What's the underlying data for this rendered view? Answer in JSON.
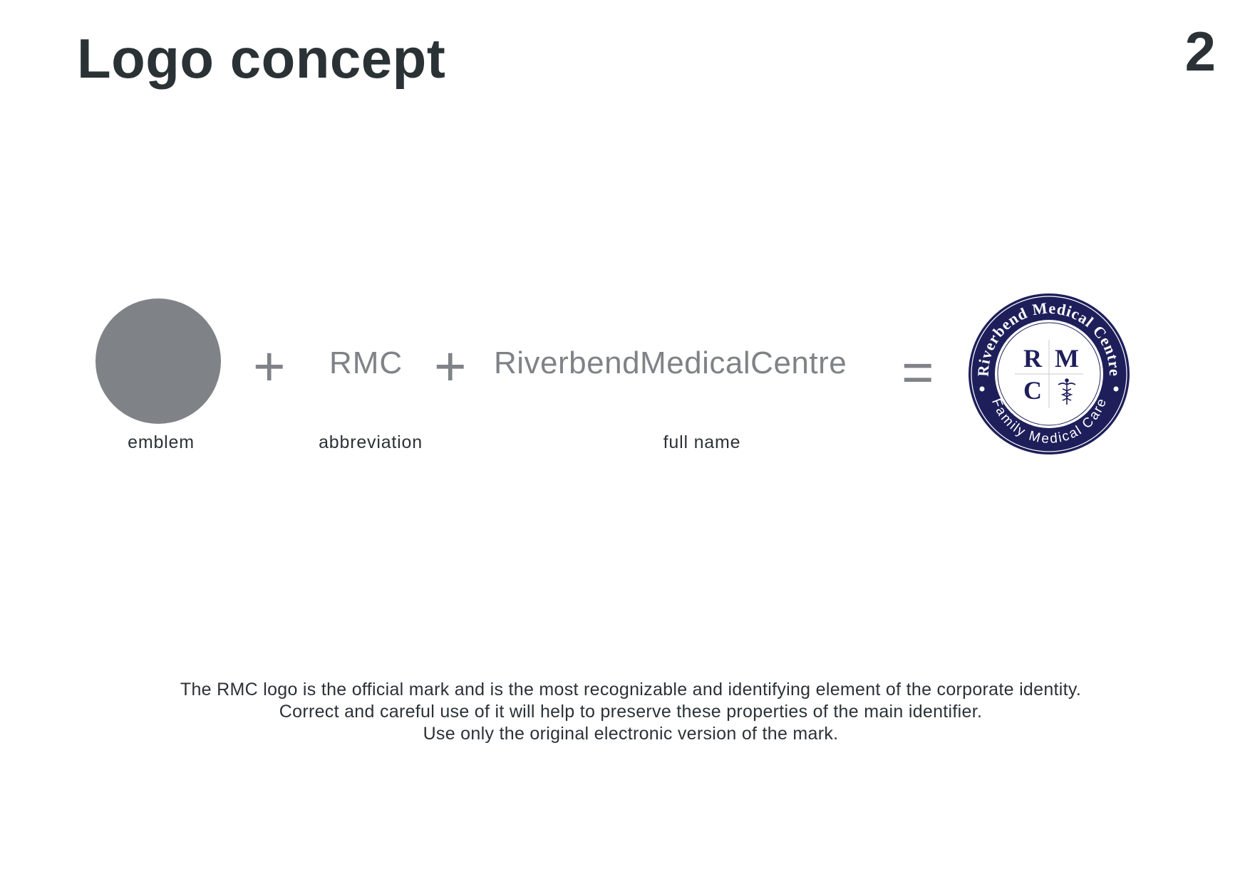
{
  "header": {
    "title": "Logo concept",
    "page_number": "2"
  },
  "formula": {
    "plus_symbol": "+",
    "equals_symbol": "=",
    "emblem_color": "#7f8387",
    "abbreviation": "RMC",
    "full_name": "RiverbendMedicalCentre",
    "captions": {
      "emblem": "emblem",
      "abbreviation": "abbreviation",
      "full_name": "full name"
    }
  },
  "logo": {
    "ring_top_text": "Riverbend Medical Centre",
    "ring_bottom_text": "Family Medical Care",
    "letters": [
      "R",
      "M",
      "C"
    ],
    "symbol": "caduceus-icon",
    "brand_color": "#1e1f5a"
  },
  "body": {
    "lines": [
      "The RMC logo is the official mark and is the most recognizable and identifying element of the corporate identity.",
      "Correct and careful use of it will help to preserve these properties of the main identifier.",
      "Use only the original electronic version of the mark."
    ]
  }
}
